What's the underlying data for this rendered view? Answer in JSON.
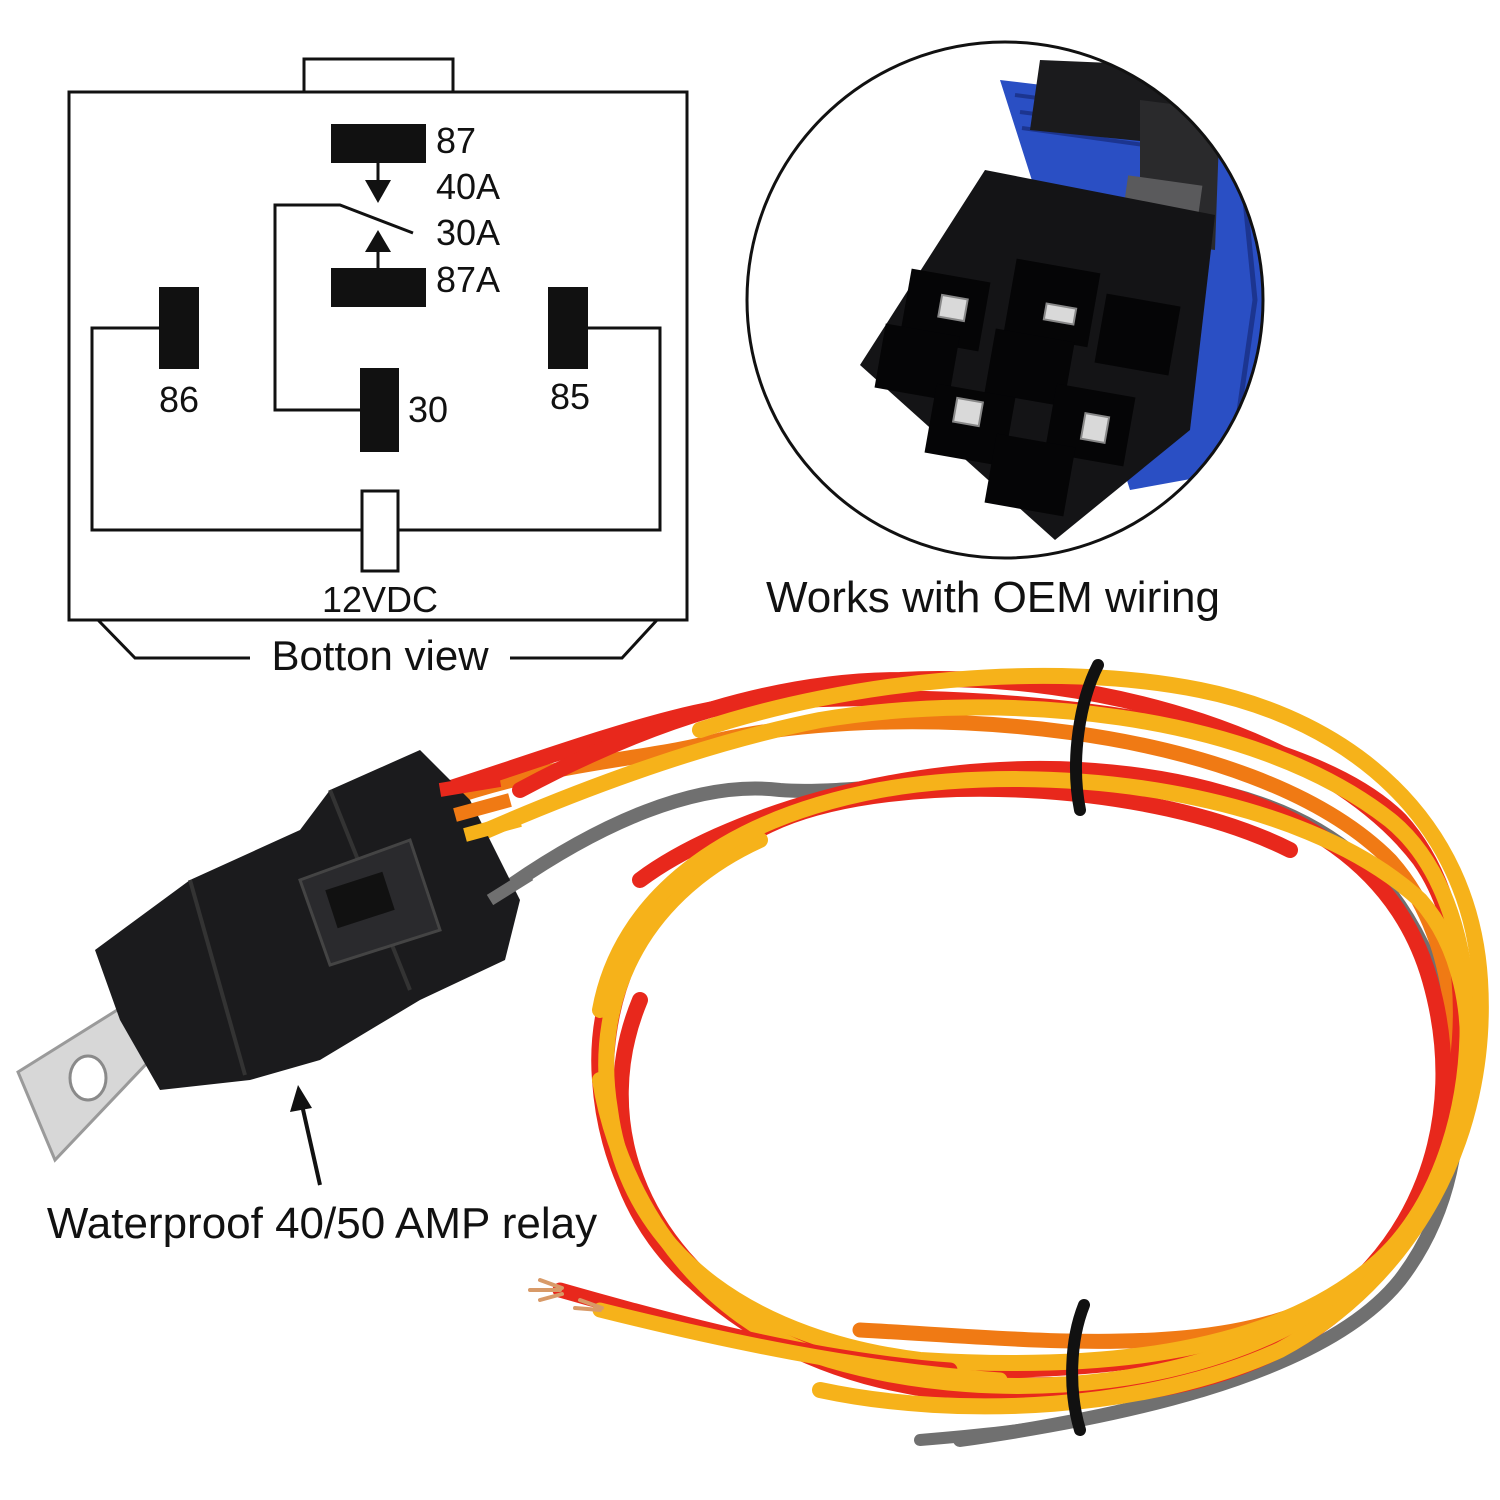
{
  "diagram": {
    "pins": {
      "p87": "87",
      "p40a": "40A",
      "p30a": "30A",
      "p87a": "87A",
      "p86": "86",
      "p85": "85",
      "p30": "30"
    },
    "coil_voltage": "12VDC",
    "view_label": "Botton view"
  },
  "callouts": {
    "oem": "Works with OEM wiring",
    "relay": "Waterproof 40/50 AMP relay"
  },
  "colors": {
    "wire_red": "#e8281c",
    "wire_yellow": "#f6b21a",
    "wire_orange": "#f07a14",
    "wire_gray": "#707070",
    "housing_black": "#1b1b1d",
    "connector_blue": "#2a4fc4",
    "bracket_metal": "#d7d7d7"
  },
  "icons": [
    "arrow-down-icon",
    "arrow-up-icon",
    "pointer-arrow-icon",
    "cable-tie-icon"
  ]
}
